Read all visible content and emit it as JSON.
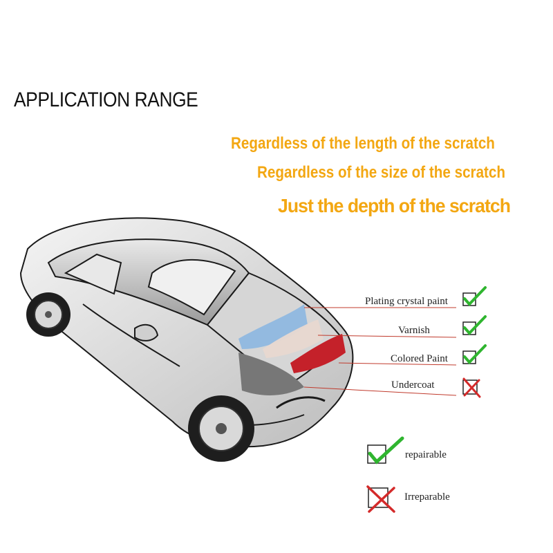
{
  "title": "APPLICATION RANGE",
  "taglines": [
    "Regardless of the length of the scratch",
    "Regardless of the size of the scratch",
    "Just the depth of the scratch"
  ],
  "layers": [
    {
      "label": "Plating crystal paint",
      "status": "check-icon"
    },
    {
      "label": "Varnish",
      "status": "check-icon"
    },
    {
      "label": "Colored Paint",
      "status": "check-icon"
    },
    {
      "label": "Undercoat",
      "status": "cross-icon"
    }
  ],
  "legend": [
    {
      "label": "repairable",
      "icon": "check-icon"
    },
    {
      "label": "Irreparable",
      "icon": "cross-icon"
    }
  ],
  "colors": {
    "tagline": "#f3a712",
    "check": "#2fb52f",
    "cross": "#d42a2a",
    "leader_line": "#c0392b"
  }
}
